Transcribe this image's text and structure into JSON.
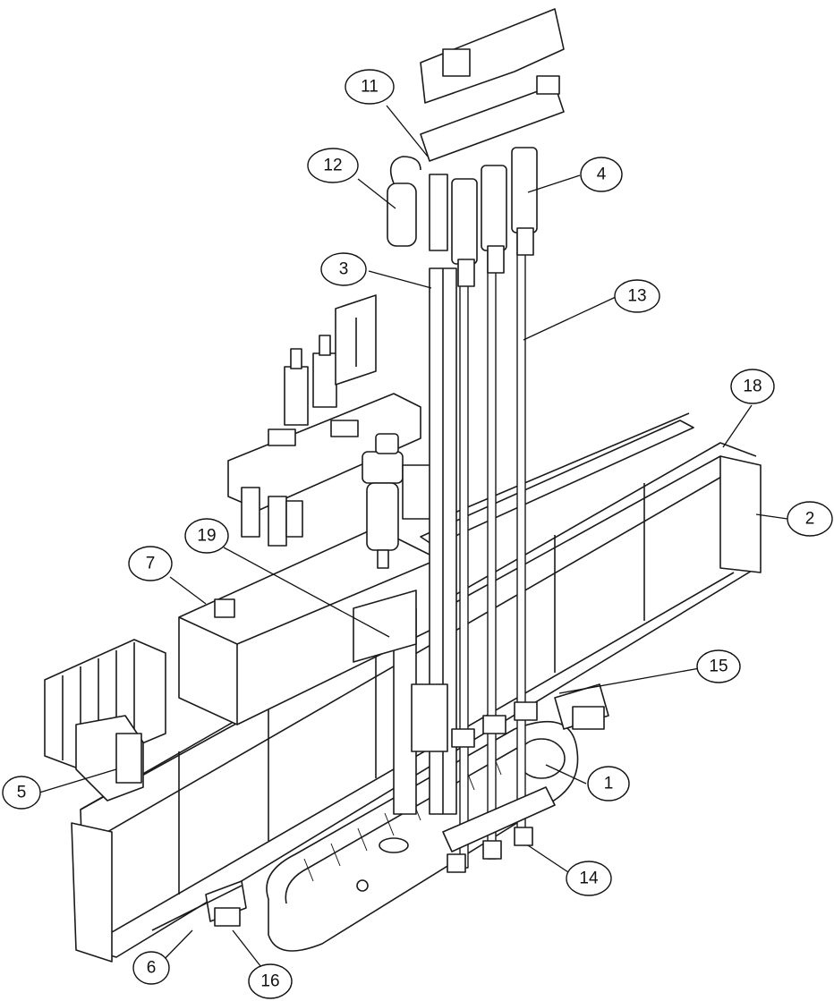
{
  "drawing": {
    "line_color": "#1a1a1a",
    "fill_color": "#ffffff",
    "shade_color": "#d9d9d9"
  },
  "callouts": [
    {
      "id": "c11",
      "label": "11"
    },
    {
      "id": "c12",
      "label": "12"
    },
    {
      "id": "c4",
      "label": "4"
    },
    {
      "id": "c3",
      "label": "3"
    },
    {
      "id": "c13",
      "label": "13"
    },
    {
      "id": "c18",
      "label": "18"
    },
    {
      "id": "c2",
      "label": "2"
    },
    {
      "id": "c19",
      "label": "19"
    },
    {
      "id": "c7",
      "label": "7"
    },
    {
      "id": "c15",
      "label": "15"
    },
    {
      "id": "c5",
      "label": "5"
    },
    {
      "id": "c1",
      "label": "1"
    },
    {
      "id": "c14",
      "label": "14"
    },
    {
      "id": "c6",
      "label": "6"
    },
    {
      "id": "c16",
      "label": "16"
    }
  ]
}
